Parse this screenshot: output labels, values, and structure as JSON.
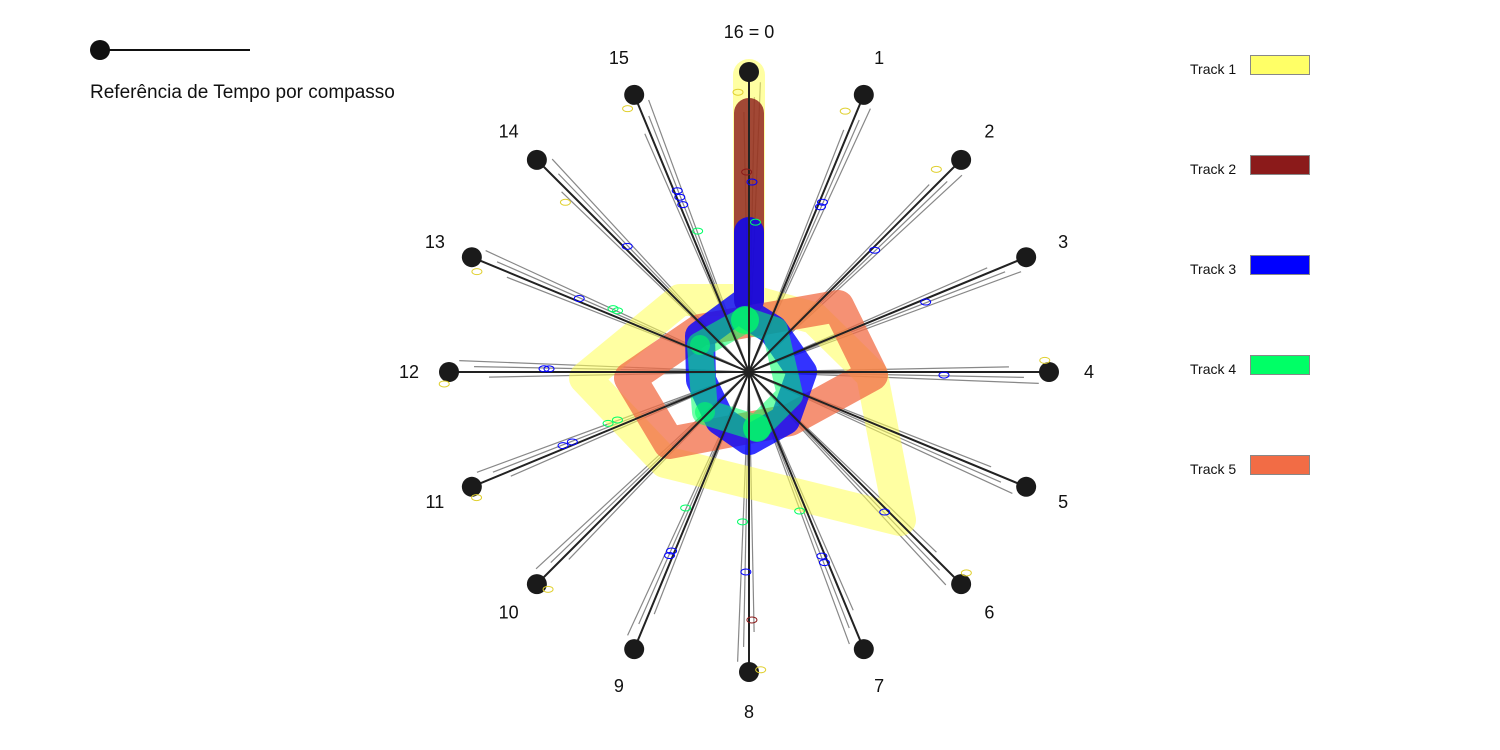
{
  "reference": {
    "label": "Referência de Tempo por compasso"
  },
  "legend": [
    {
      "label": "Track 1",
      "color": "#ffff66"
    },
    {
      "label": "Track 2",
      "color": "#8b1a1a"
    },
    {
      "label": "Track 3",
      "color": "#0000ff"
    },
    {
      "label": "Track 4",
      "color": "#00ff66"
    },
    {
      "label": "Track 5",
      "color": "#f26c45"
    }
  ],
  "clock": {
    "labels": [
      "16 = 0",
      "1",
      "2",
      "3",
      "4",
      "5",
      "6",
      "7",
      "8",
      "9",
      "10",
      "11",
      "12",
      "13",
      "14",
      "15"
    ]
  }
}
